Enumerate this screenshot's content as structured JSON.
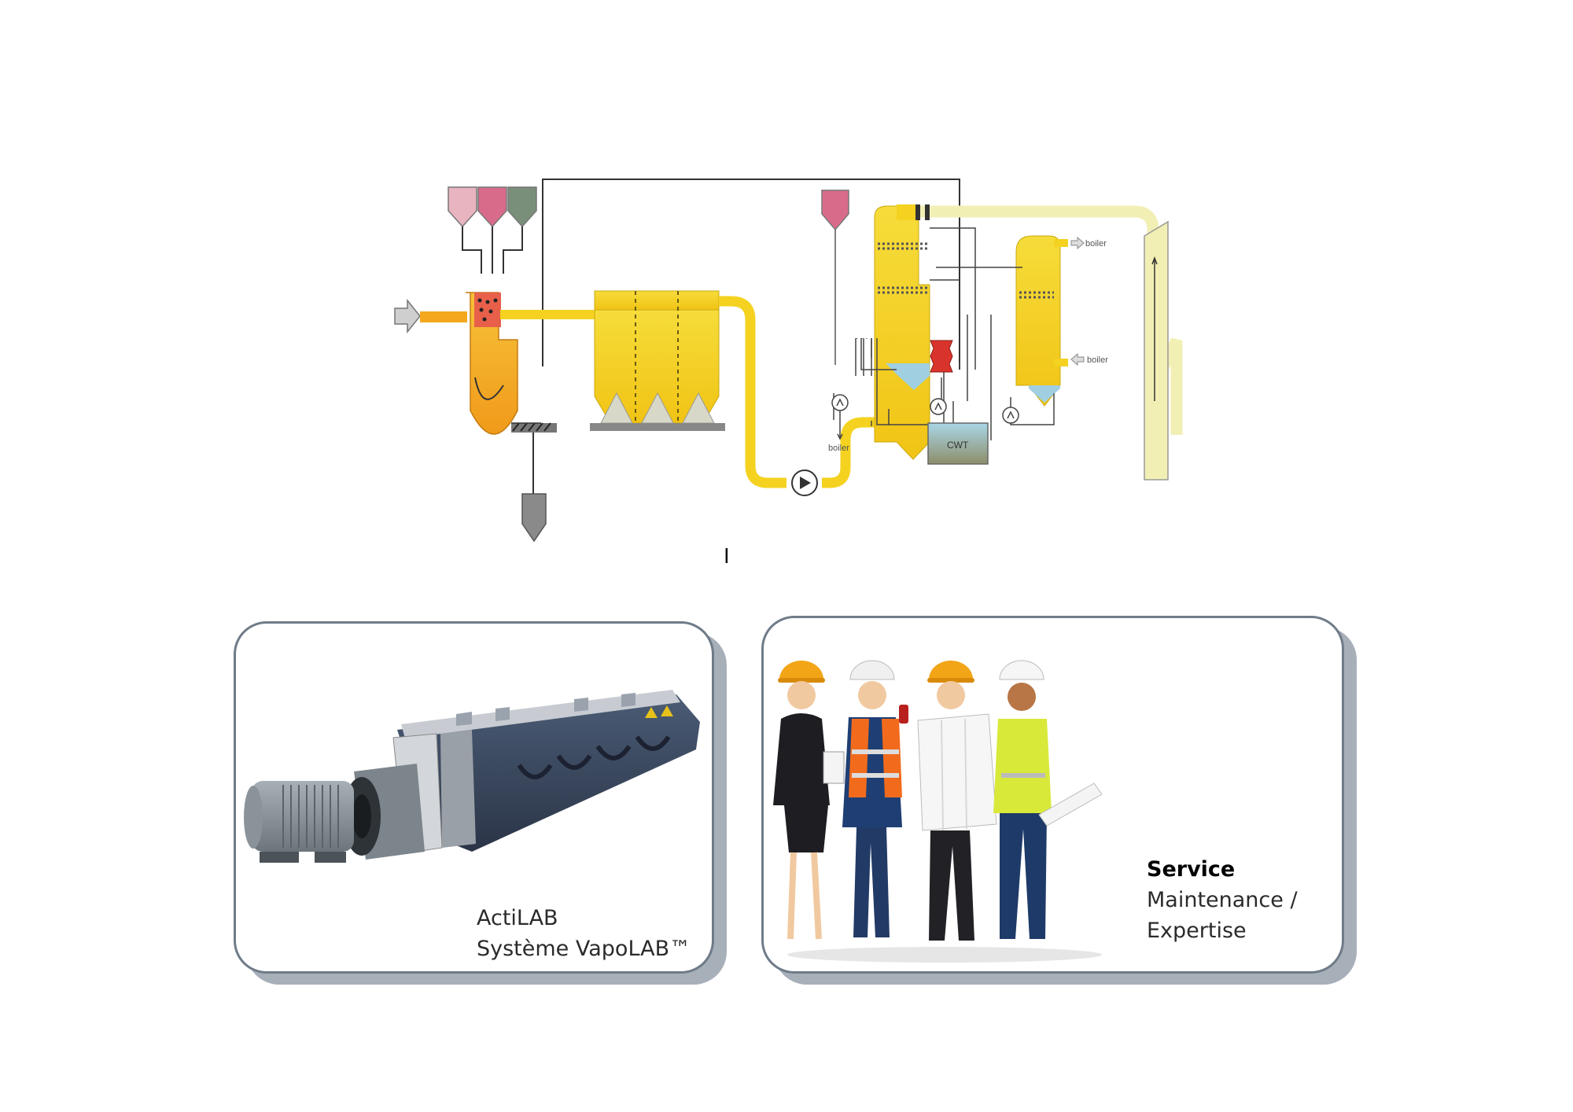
{
  "diagram": {
    "labels": {
      "boiler_top": "boiler",
      "boiler_mid": "boiler",
      "boiler_bottom": "boiler",
      "cwt": "CWT"
    },
    "colors": {
      "hopper_light_pink": "#e8b4c0",
      "hopper_pink": "#d96b8a",
      "hopper_green": "#7a8f7a",
      "duct_yellow": "#f4d21f",
      "reactor_orange": "#f4a81e",
      "stack_cream": "#f2efb5",
      "ash_gray": "#8a8a8a",
      "tank_blue": "#9fcfe0",
      "pump_red": "#d9342b"
    }
  },
  "cursor_mark": "I",
  "cards": {
    "equipment": {
      "line1": "ActiLAB",
      "line2": "Système VapoLAB™"
    },
    "service": {
      "title": "Service",
      "line1": "Maintenance /",
      "line2": "Expertise"
    }
  }
}
